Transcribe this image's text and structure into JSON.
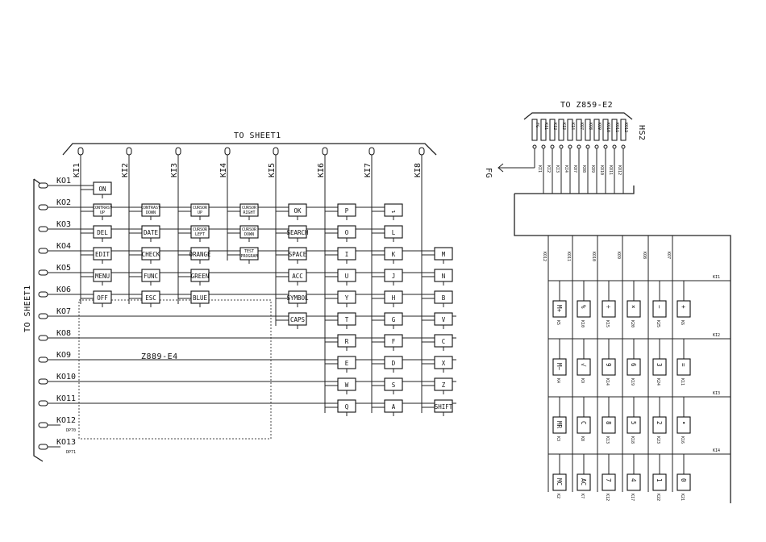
{
  "left": {
    "top_label": "TO SHEET1",
    "side_label": "TO SHEET1",
    "inner_box_label": "Z889-E4",
    "columns": [
      "KI1",
      "KI2",
      "KI3",
      "KI4",
      "KI5",
      "KI6",
      "KI7",
      "KI8"
    ],
    "rows": [
      "KO1",
      "KO2",
      "KO3",
      "KO4",
      "KO5",
      "KO6",
      "KO7",
      "KO8",
      "KO9",
      "KO10",
      "KO11",
      "KO12",
      "KO13"
    ],
    "row_sub": {
      "KO12": "DP70",
      "KO13": "DP71"
    },
    "keys": [
      {
        "c": 0,
        "r": 0,
        "t": "ON"
      },
      {
        "c": 0,
        "r": 1,
        "t": "CONTRAST UP"
      },
      {
        "c": 0,
        "r": 2,
        "t": "DEL"
      },
      {
        "c": 0,
        "r": 3,
        "t": "EDIT"
      },
      {
        "c": 0,
        "r": 4,
        "t": "MENU"
      },
      {
        "c": 0,
        "r": 5,
        "t": "OFF"
      },
      {
        "c": 1,
        "r": 1,
        "t": "CONTRAST DOWN"
      },
      {
        "c": 1,
        "r": 2,
        "t": "DATE"
      },
      {
        "c": 1,
        "r": 3,
        "t": "CHECK"
      },
      {
        "c": 1,
        "r": 4,
        "t": "FUNC"
      },
      {
        "c": 1,
        "r": 5,
        "t": "ESC"
      },
      {
        "c": 2,
        "r": 1,
        "t": "CURSOR UP"
      },
      {
        "c": 2,
        "r": 2,
        "t": "CURSOR LEFT"
      },
      {
        "c": 2,
        "r": 3,
        "t": "ORANGE"
      },
      {
        "c": 2,
        "r": 4,
        "t": "GREEN"
      },
      {
        "c": 2,
        "r": 5,
        "t": "BLUE"
      },
      {
        "c": 3,
        "r": 1,
        "t": "CURSOR RIGHT"
      },
      {
        "c": 3,
        "r": 2,
        "t": "CURSOR DOWN"
      },
      {
        "c": 3,
        "r": 3,
        "t": "TEST PROGRAM"
      },
      {
        "c": 4,
        "r": 1,
        "t": "OK"
      },
      {
        "c": 4,
        "r": 2,
        "t": "SEARCH"
      },
      {
        "c": 4,
        "r": 3,
        "t": "SPACE"
      },
      {
        "c": 4,
        "r": 4,
        "t": "ACC"
      },
      {
        "c": 4,
        "r": 5,
        "t": "SYMBOL"
      },
      {
        "c": 4,
        "r": 6,
        "t": "CAPS"
      },
      {
        "c": 5,
        "r": 1,
        "t": "P"
      },
      {
        "c": 5,
        "r": 2,
        "t": "O"
      },
      {
        "c": 5,
        "r": 3,
        "t": "I"
      },
      {
        "c": 5,
        "r": 4,
        "t": "U"
      },
      {
        "c": 5,
        "r": 5,
        "t": "Y"
      },
      {
        "c": 5,
        "r": 6,
        "t": "T"
      },
      {
        "c": 5,
        "r": 7,
        "t": "R"
      },
      {
        "c": 5,
        "r": 8,
        "t": "E"
      },
      {
        "c": 5,
        "r": 9,
        "t": "W"
      },
      {
        "c": 5,
        "r": 10,
        "t": "Q"
      },
      {
        "c": 6,
        "r": 1,
        "t": "↵"
      },
      {
        "c": 6,
        "r": 2,
        "t": "L"
      },
      {
        "c": 6,
        "r": 3,
        "t": "K"
      },
      {
        "c": 6,
        "r": 4,
        "t": "J"
      },
      {
        "c": 6,
        "r": 5,
        "t": "H"
      },
      {
        "c": 6,
        "r": 6,
        "t": "G"
      },
      {
        "c": 6,
        "r": 7,
        "t": "F"
      },
      {
        "c": 6,
        "r": 8,
        "t": "D"
      },
      {
        "c": 6,
        "r": 9,
        "t": "S"
      },
      {
        "c": 6,
        "r": 10,
        "t": "A"
      },
      {
        "c": 7,
        "r": 3,
        "t": "M"
      },
      {
        "c": 7,
        "r": 4,
        "t": "N"
      },
      {
        "c": 7,
        "r": 5,
        "t": "B"
      },
      {
        "c": 7,
        "r": 6,
        "t": "V"
      },
      {
        "c": 7,
        "r": 7,
        "t": "C"
      },
      {
        "c": 7,
        "r": 8,
        "t": "X"
      },
      {
        "c": 7,
        "r": 9,
        "t": "Z"
      },
      {
        "c": 7,
        "r": 10,
        "t": "SHIFT"
      }
    ]
  },
  "right": {
    "top_label": "TO Z859-E2",
    "connector_label": "HS2",
    "fg_label": "FG",
    "pins": [
      "FG",
      "KI1",
      "KI2",
      "KI3",
      "KI4",
      "KO7",
      "KO8",
      "KO9",
      "KO10",
      "KO11",
      "KO12"
    ],
    "cols": [
      "KO12",
      "KO11",
      "KO10",
      "KO9",
      "KO8",
      "KO7"
    ],
    "rows": [
      "KI1",
      "KI2",
      "KI3",
      "KI4"
    ],
    "keys": [
      {
        "c": 0,
        "r": 0,
        "t": "M+",
        "id": "K5"
      },
      {
        "c": 1,
        "r": 0,
        "t": "%",
        "id": "K10"
      },
      {
        "c": 2,
        "r": 0,
        "t": "÷",
        "id": "K15"
      },
      {
        "c": 3,
        "r": 0,
        "t": "×",
        "id": "K20"
      },
      {
        "c": 4,
        "r": 0,
        "t": "−",
        "id": "K25"
      },
      {
        "c": 5,
        "r": 0,
        "t": "+",
        "id": "K6"
      },
      {
        "c": 0,
        "r": 1,
        "t": "M−",
        "id": "K4"
      },
      {
        "c": 1,
        "r": 1,
        "t": "√",
        "id": "K9"
      },
      {
        "c": 2,
        "r": 1,
        "t": "9",
        "id": "K14"
      },
      {
        "c": 3,
        "r": 1,
        "t": "6",
        "id": "K19"
      },
      {
        "c": 4,
        "r": 1,
        "t": "3",
        "id": "K24"
      },
      {
        "c": 5,
        "r": 1,
        "t": "=",
        "id": "K11"
      },
      {
        "c": 0,
        "r": 2,
        "t": "MR",
        "id": "K3"
      },
      {
        "c": 1,
        "r": 2,
        "t": "C",
        "id": "K8"
      },
      {
        "c": 2,
        "r": 2,
        "t": "8",
        "id": "K13"
      },
      {
        "c": 3,
        "r": 2,
        "t": "5",
        "id": "K18"
      },
      {
        "c": 4,
        "r": 2,
        "t": "2",
        "id": "K23"
      },
      {
        "c": 5,
        "r": 2,
        "t": "•",
        "id": "K16"
      },
      {
        "c": 0,
        "r": 3,
        "t": "MC",
        "id": "K2"
      },
      {
        "c": 1,
        "r": 3,
        "t": "AC",
        "id": "K7"
      },
      {
        "c": 2,
        "r": 3,
        "t": "7",
        "id": "K12"
      },
      {
        "c": 3,
        "r": 3,
        "t": "4",
        "id": "K17"
      },
      {
        "c": 4,
        "r": 3,
        "t": "1",
        "id": "K22"
      },
      {
        "c": 5,
        "r": 3,
        "t": "0",
        "id": "K21"
      }
    ]
  }
}
